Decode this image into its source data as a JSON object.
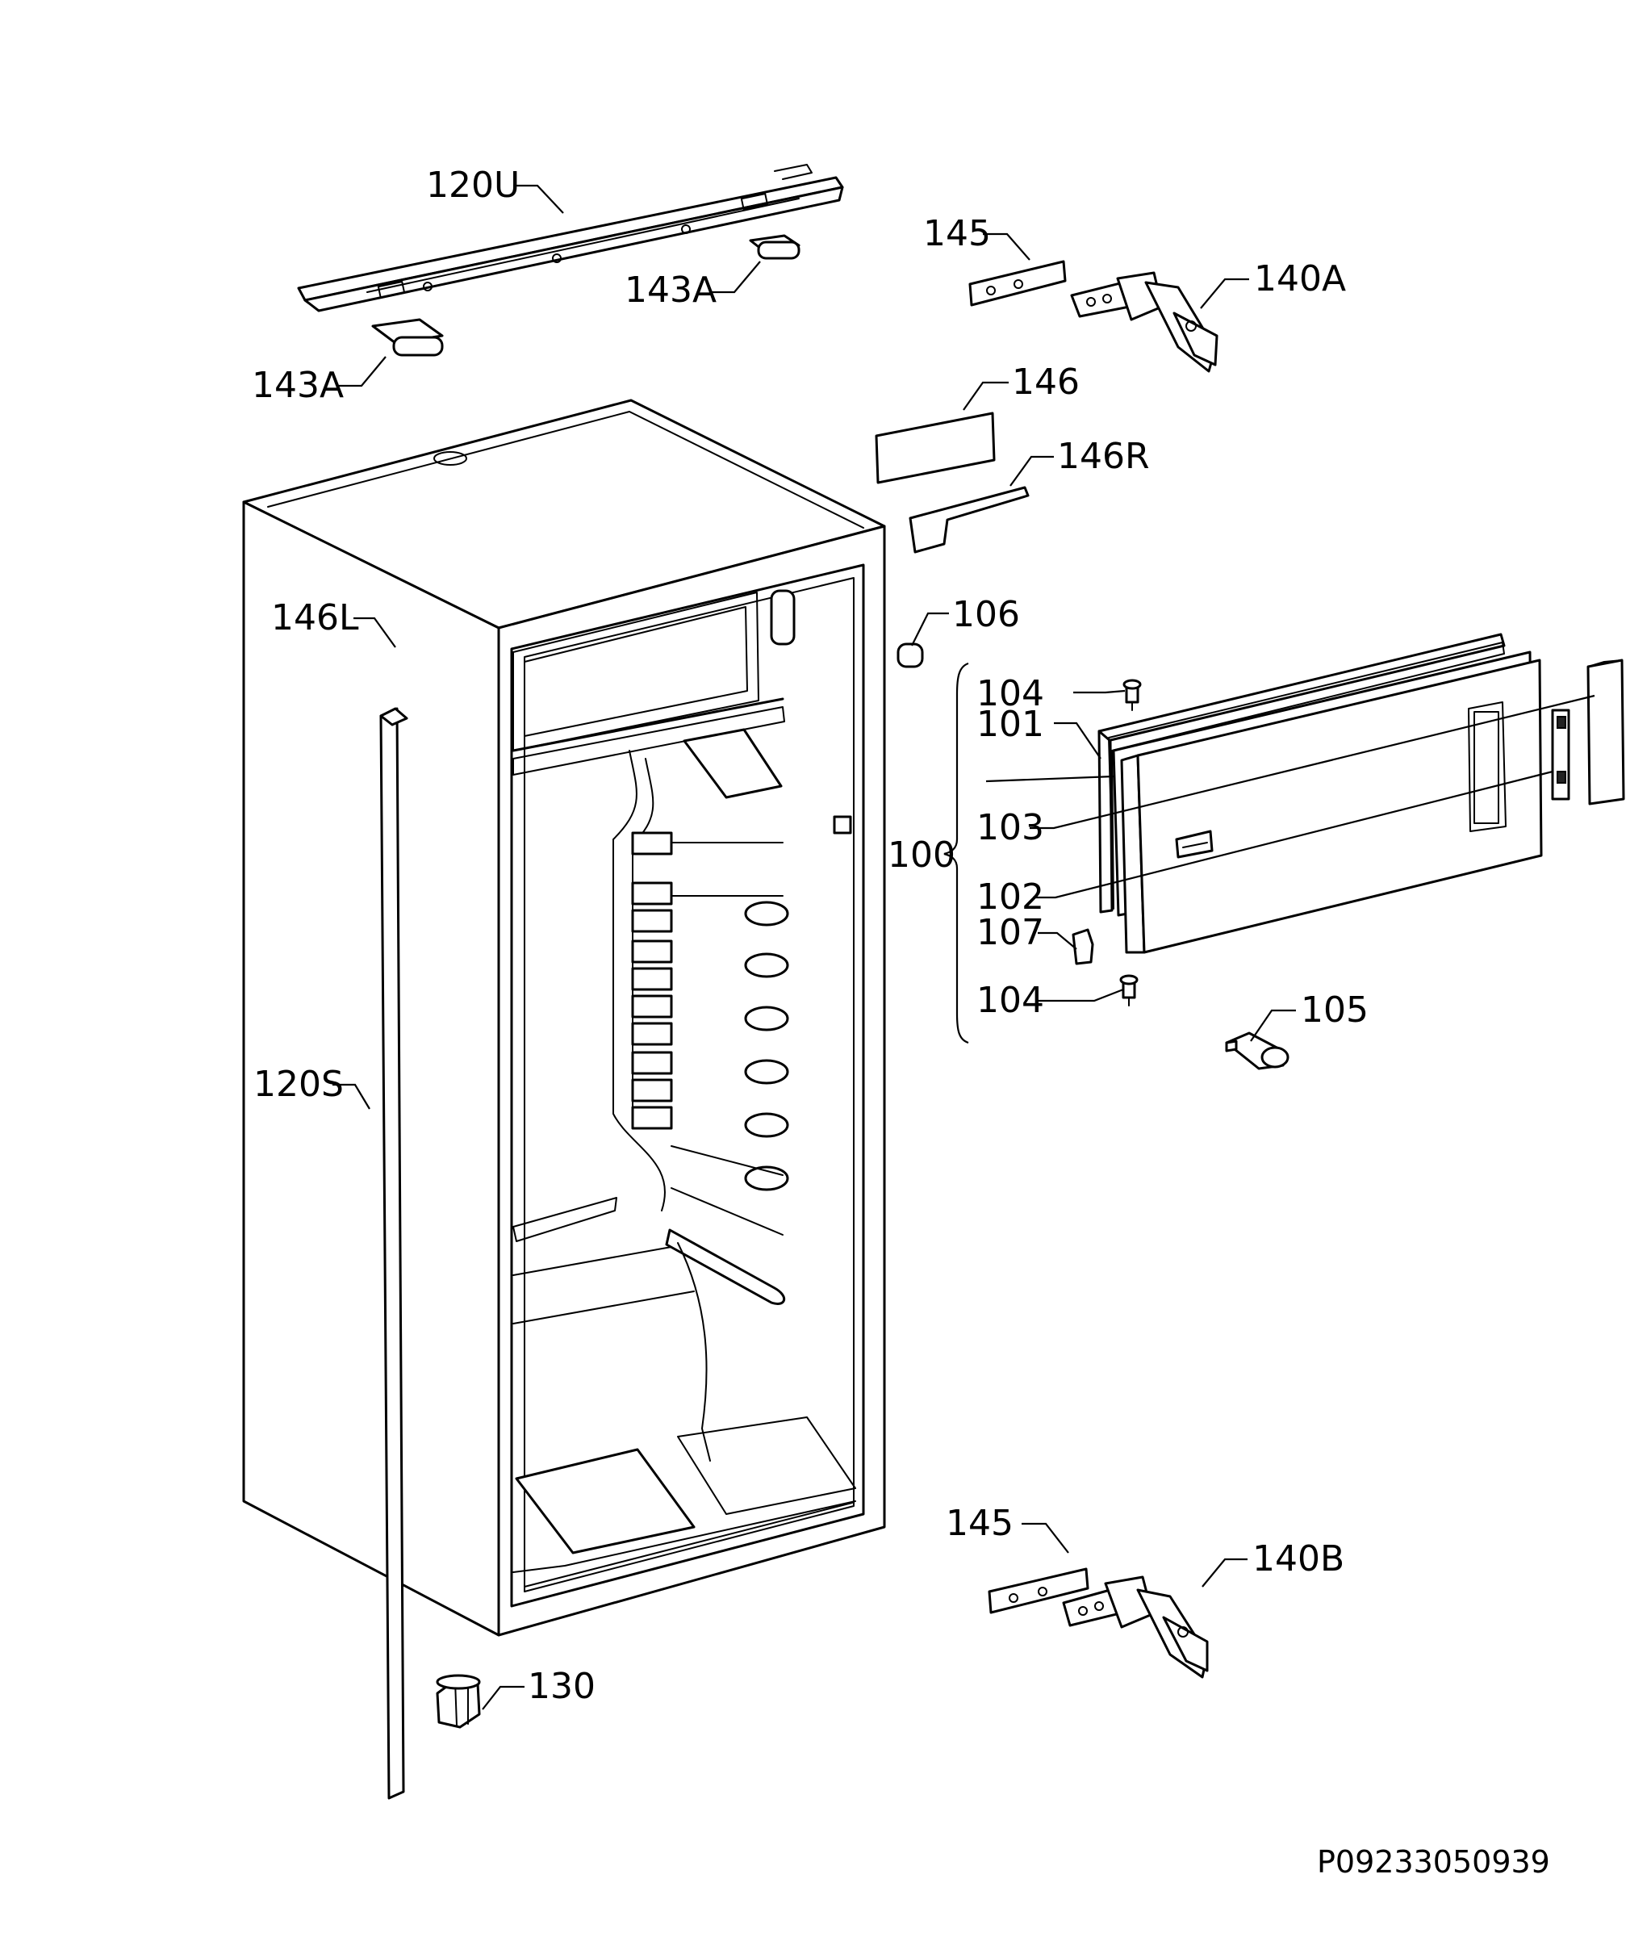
{
  "diagram": {
    "drawing_code": "P09233050939",
    "callouts": {
      "c120U": "120U",
      "c143A_top": "143A",
      "c143A_left": "143A",
      "c145_top": "145",
      "c140A": "140A",
      "c146": "146",
      "c146R": "146R",
      "c146L": "146L",
      "c106": "106",
      "c104_top": "104",
      "c101": "101",
      "c100": "100",
      "c103": "103",
      "c102": "102",
      "c107": "107",
      "c104_bottom": "104",
      "c105": "105",
      "c120S": "120S",
      "c145_bottom": "145",
      "c140B": "140B",
      "c130": "130"
    }
  }
}
